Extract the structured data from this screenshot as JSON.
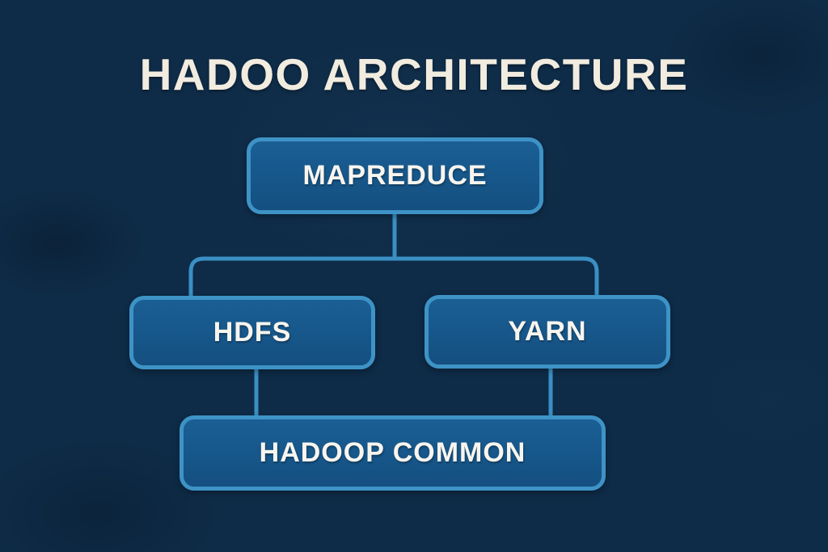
{
  "title": "HADOO ARCHITECTURE",
  "diagram": {
    "type": "flowchart",
    "nodes": [
      {
        "id": "mapreduce",
        "label": "MAPREDUCE"
      },
      {
        "id": "hdfs",
        "label": "HDFS"
      },
      {
        "id": "yarn",
        "label": "YARN"
      },
      {
        "id": "hadoop-common",
        "label": "HADOOP COMMON"
      }
    ],
    "edges": [
      {
        "from": "mapreduce",
        "to": "hdfs"
      },
      {
        "from": "mapreduce",
        "to": "yarn"
      },
      {
        "from": "hdfs",
        "to": "hadoop-common"
      },
      {
        "from": "yarn",
        "to": "hadoop-common"
      }
    ]
  },
  "colors": {
    "background": "#0e2b47",
    "node_fill": "#17578a",
    "node_border": "#3e93c6",
    "connector": "#3a8fc3",
    "title_text": "#f1ecdf",
    "node_text": "#f8f5ee"
  }
}
